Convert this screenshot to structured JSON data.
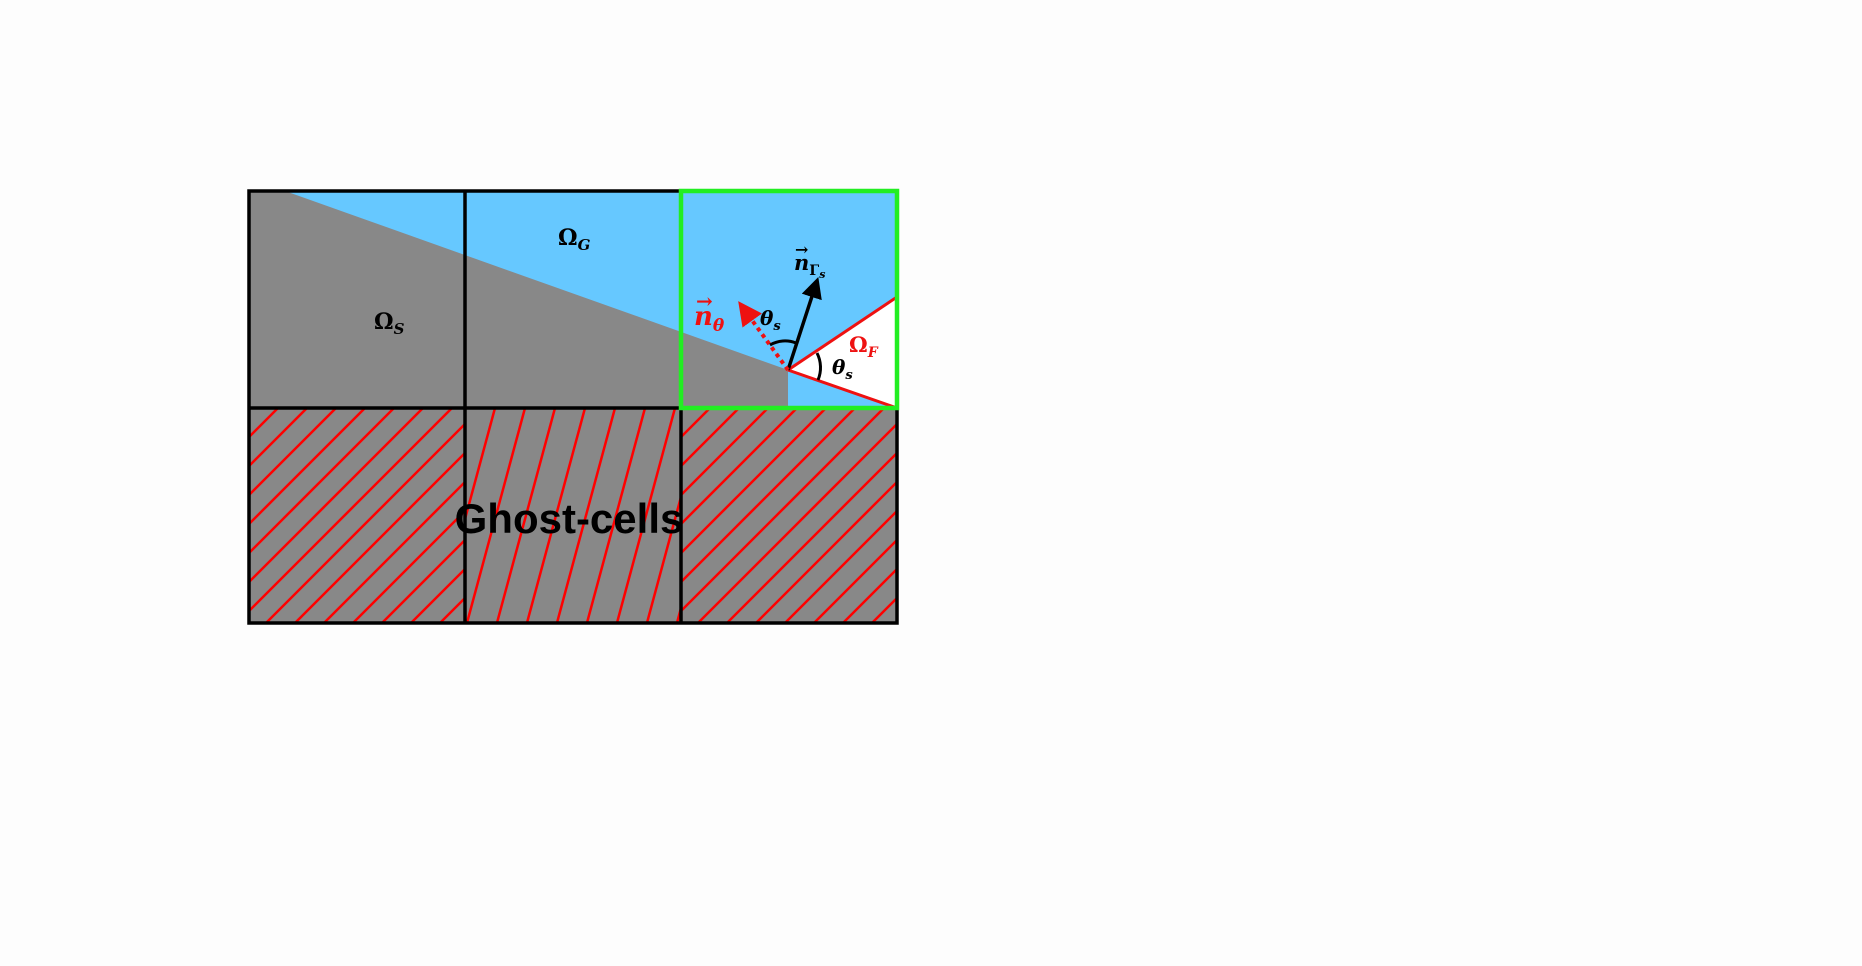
{
  "labels": {
    "omega_g": "Ω",
    "omega_g_sub": "G",
    "omega_s": "Ω",
    "omega_s_sub": "S",
    "omega_f": "Ω",
    "omega_f_sub": "F",
    "n_gamma": "n",
    "n_gamma_sub": "Γ",
    "n_gamma_subsub": "s",
    "n_theta": "n",
    "n_theta_sub": "θ",
    "theta_s_upper": "θ",
    "theta_s_upper_sub": "s",
    "theta_s_lower": "θ",
    "theta_s_lower_sub": "s",
    "ghost_cells": "Ghost-cells"
  },
  "colors": {
    "background": "#fdfdfd",
    "gas_region": "#66c8ff",
    "solid_region": "#888888",
    "fluid_region": "#ffffff",
    "grid_line": "#000000",
    "hatch_line": "#ff0000",
    "highlight_cell_border": "#22ee22",
    "vector_red": "#ee1111",
    "vector_black": "#000000"
  }
}
